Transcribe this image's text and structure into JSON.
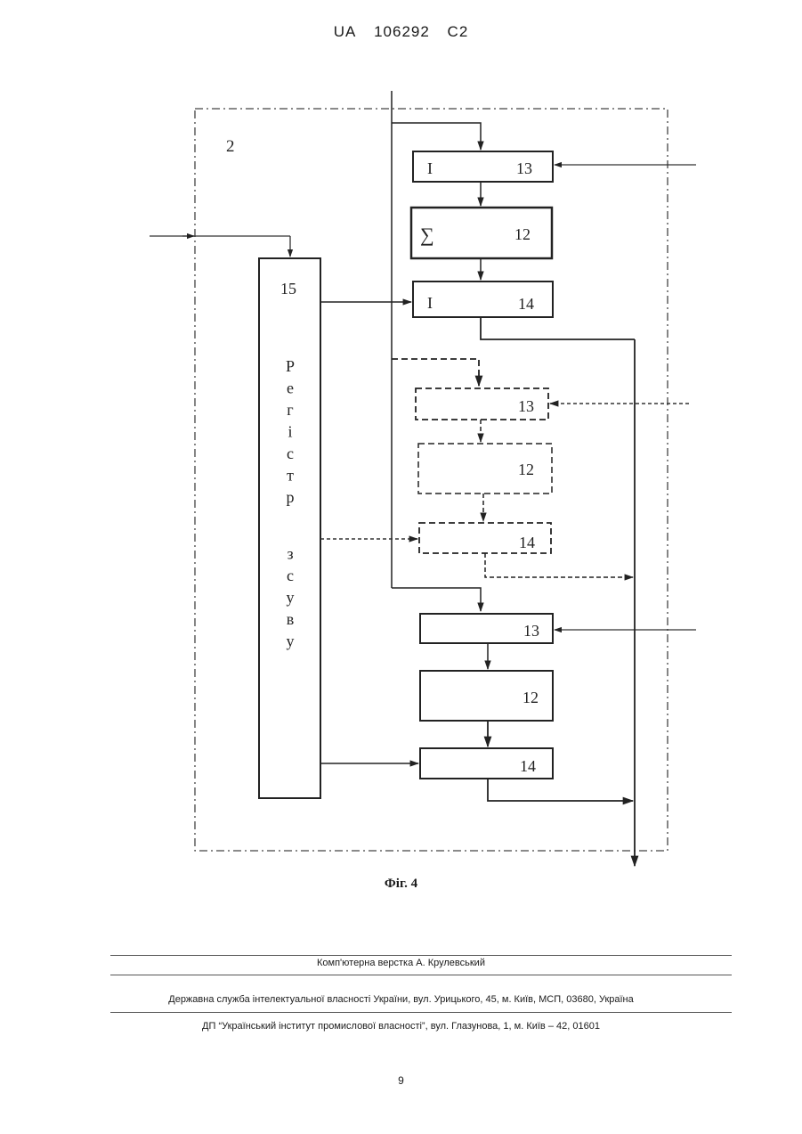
{
  "header": {
    "country": "UA",
    "number": "106292",
    "kind": "C2"
  },
  "diagram": {
    "block_label": "2",
    "register": {
      "number": "15",
      "letters": [
        "Р",
        "е",
        "г",
        "і",
        "с",
        "т",
        "р",
        "",
        "з",
        "с",
        "у",
        "в",
        "у"
      ]
    },
    "groups": [
      {
        "style": "solid",
        "boxes": [
          {
            "sym": "I",
            "num": "13"
          },
          {
            "sym": "∑",
            "num": "12"
          },
          {
            "sym": "I",
            "num": "14"
          }
        ]
      },
      {
        "style": "dashed",
        "boxes": [
          {
            "sym": "",
            "num": "13"
          },
          {
            "sym": "",
            "num": "12"
          },
          {
            "sym": "",
            "num": "14"
          }
        ]
      },
      {
        "style": "solid",
        "boxes": [
          {
            "sym": "",
            "num": "13"
          },
          {
            "sym": "",
            "num": "12"
          },
          {
            "sym": "",
            "num": "14"
          }
        ]
      }
    ]
  },
  "caption": "Фіг. 4",
  "footer": {
    "typesetting": "Комп'ютерна верстка А. Крулевський",
    "agency": "Державна служба інтелектуальної власності України, вул. Урицького, 45, м. Київ, МСП, 03680, Україна",
    "institute": "ДП “Український інститут промислової власності”, вул. Глазунова, 1, м. Київ – 42, 01601"
  },
  "page_number": "9"
}
